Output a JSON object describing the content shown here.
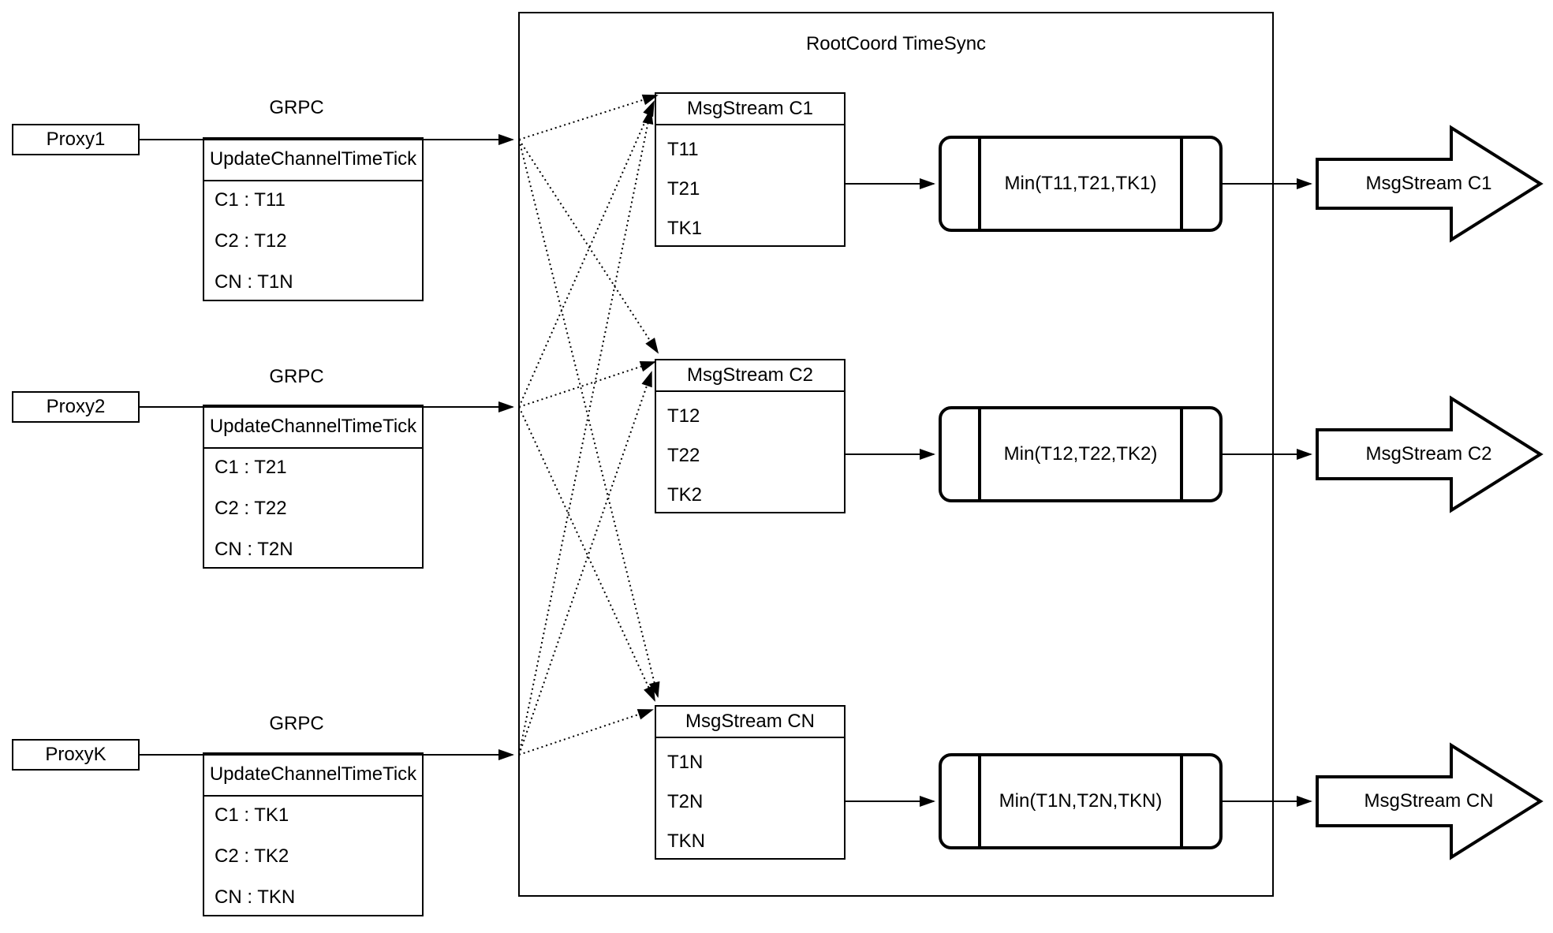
{
  "colors": {
    "ink": "#000000",
    "background": "#ffffff"
  },
  "root_container": {
    "title": "RootCoord TimeSync"
  },
  "grpc_label": "GRPC",
  "proxies": [
    {
      "label": "Proxy1",
      "message": {
        "header": "UpdateChannelTimeTick",
        "entries": [
          "C1 : T11",
          "C2 : T12",
          "CN : T1N"
        ]
      }
    },
    {
      "label": "Proxy2",
      "message": {
        "header": "UpdateChannelTimeTick",
        "entries": [
          "C1 : T21",
          "C2 : T22",
          "CN : T2N"
        ]
      }
    },
    {
      "label": "ProxyK",
      "message": {
        "header": "UpdateChannelTimeTick",
        "entries": [
          "C1 : TK1",
          "C2 : TK2",
          "CN : TKN"
        ]
      }
    }
  ],
  "channels": [
    {
      "stream_title": "MsgStream C1",
      "timestamps": [
        "T11",
        "T21",
        "TK1"
      ],
      "min_label": "Min(T11,T21,TK1)",
      "output_label": "MsgStream C1"
    },
    {
      "stream_title": "MsgStream C2",
      "timestamps": [
        "T12",
        "T22",
        "TK2"
      ],
      "min_label": "Min(T12,T22,TK2)",
      "output_label": "MsgStream C2"
    },
    {
      "stream_title": "MsgStream CN",
      "timestamps": [
        "T1N",
        "T2N",
        "TKN"
      ],
      "min_label": "Min(T1N,T2N,TKN)",
      "output_label": "MsgStream CN"
    }
  ]
}
